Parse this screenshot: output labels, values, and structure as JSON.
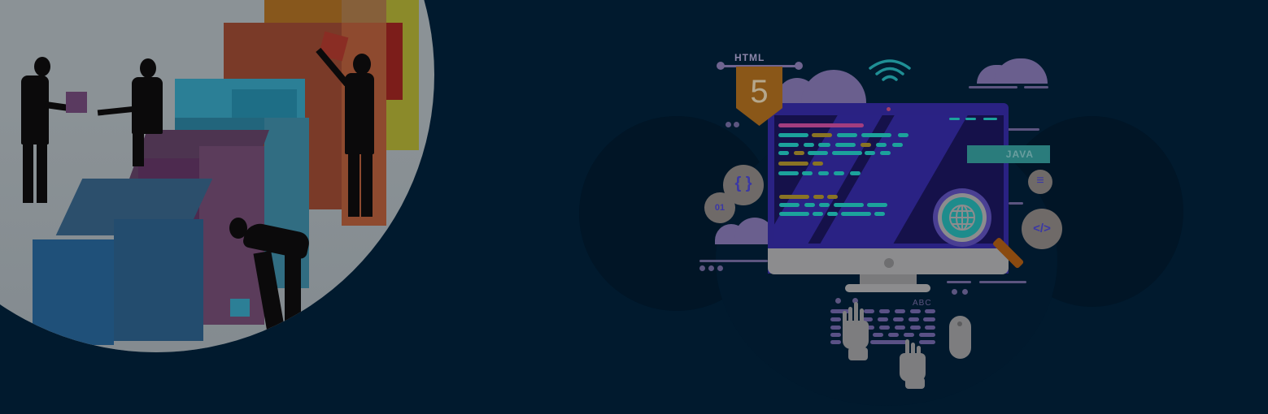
{
  "banner": {
    "background_color": "#011a2e",
    "overlay": "dark navy tint"
  },
  "left_illustration": {
    "description": "Business silhouettes building a 3D bar chart from colored blocks inside a circle",
    "block_colors": [
      "#1f5079",
      "#4d2a4f",
      "#2b7f96",
      "#7c1d1a",
      "#87571c",
      "#8b8a2a"
    ],
    "figures": [
      "person-handing-box",
      "person-receiving-box",
      "person-lifting-box",
      "person-placing-box"
    ]
  },
  "right_illustration": {
    "description": "Web development workstation illustration",
    "html_badge": {
      "label": "HTML",
      "number": "5"
    },
    "java_label": "JAVA",
    "bubbles": {
      "curly_braces": "{ }",
      "binary": "01",
      "code_tag": "</>",
      "menu": "≡"
    },
    "keyboard_label": "ABC",
    "icons": [
      "wifi-icon",
      "globe-icon",
      "magnifier-icon",
      "cloud-icon",
      "mouse-icon",
      "keyboard-icon",
      "monitor-icon"
    ]
  }
}
